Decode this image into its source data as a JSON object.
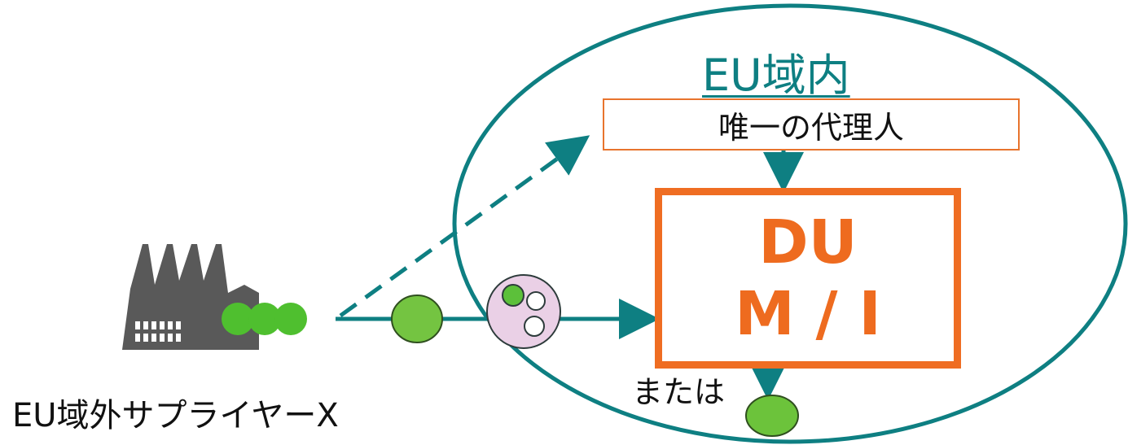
{
  "region_label": "EU域内",
  "representative_label": "唯一の代理人",
  "du_box": {
    "line1": "DU",
    "line2": "M / I"
  },
  "or_label": "または",
  "supplier_label": "EU域外サプライヤーX",
  "icons": {
    "factory": "factory-icon",
    "substance": "substance-circle-icon",
    "mixture": "mixture-circle-icon"
  },
  "colors": {
    "teal": "#0e7f82",
    "orange": "#ef6d22",
    "green": "#6fc93b",
    "pink": "#e9c9e4"
  }
}
